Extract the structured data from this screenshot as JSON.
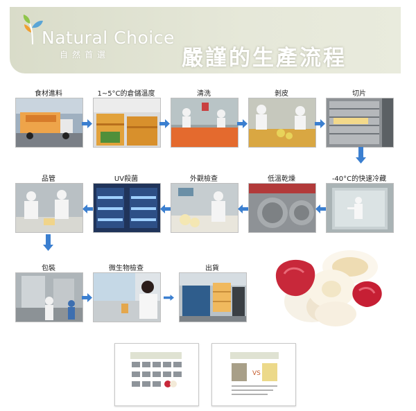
{
  "header": {
    "brand": "Natural Choice",
    "brand_sub": "自然首選",
    "title": "嚴謹的生產流程"
  },
  "steps": [
    {
      "label": "食材進料"
    },
    {
      "label": "1~5°C的倉儲溫度"
    },
    {
      "label": "清洗"
    },
    {
      "label": "剝皮"
    },
    {
      "label": "切片"
    },
    {
      "label": "-40°C的快速冷藏"
    },
    {
      "label": "低溫乾燥"
    },
    {
      "label": "外觀檢查"
    },
    {
      "label": "UV殺菌"
    },
    {
      "label": "品管"
    },
    {
      "label": "包裝"
    },
    {
      "label": "微生物檢查"
    },
    {
      "label": "出貨"
    }
  ],
  "thumb_vs": "VS",
  "colors": {
    "banner": "#dfe2d2",
    "arrow": "#3b7fd0",
    "text": "#222222"
  }
}
